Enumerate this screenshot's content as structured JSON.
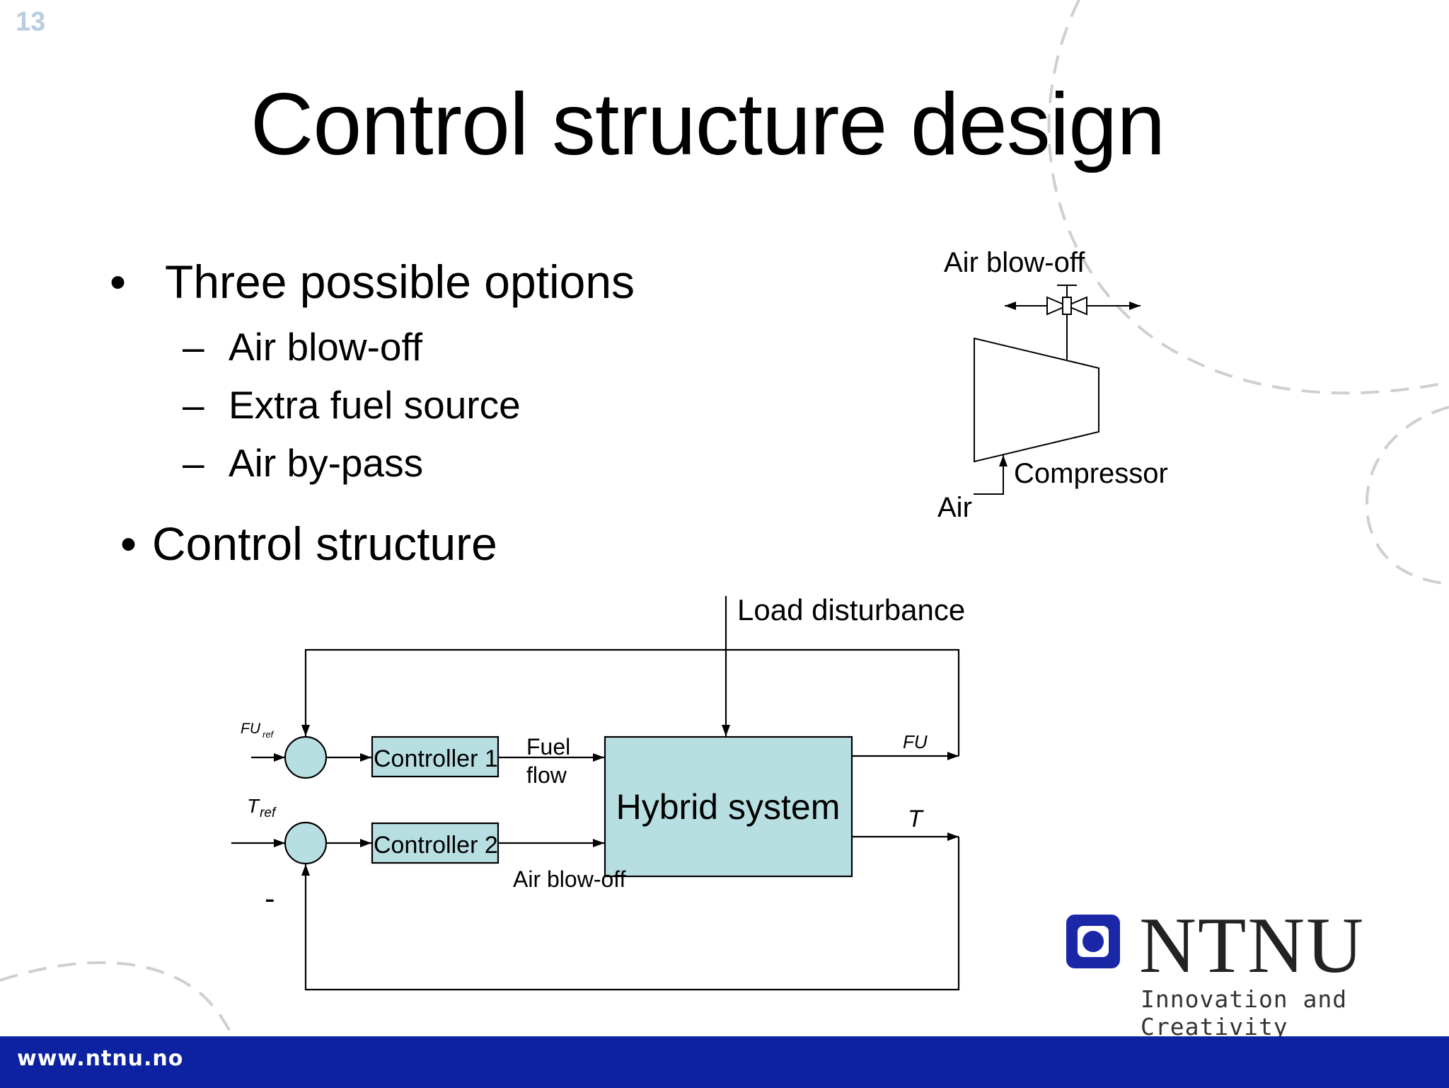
{
  "slide_number": "13",
  "title": "Control structure design",
  "bullets": {
    "first": "Three possible options",
    "options": [
      "Air blow-off",
      "Extra fuel source",
      "Air by-pass"
    ],
    "second": "Control structure"
  },
  "compressor_diagram": {
    "valve_label": "Air blow-off",
    "compressor_label": "Compressor",
    "inlet_label": "Air"
  },
  "block_diagram": {
    "load_disturbance": "Load disturbance",
    "fu_ref_main": "FU",
    "fu_ref_sub": "ref",
    "t_ref_main": "T",
    "t_ref_sub": "ref",
    "controller_1": "Controller 1",
    "controller_2": "Controller 2",
    "fuel_flow_line1": "Fuel",
    "fuel_flow_line2": "flow",
    "air_blow_off": "Air blow-off",
    "hybrid_system": "Hybrid system",
    "output_fu": "FU",
    "output_t": "T",
    "minus_sign": "-",
    "block_fill": "#b7dfe2"
  },
  "logo": {
    "name": "NTNU",
    "tagline": "Innovation and Creativity",
    "brand_color": "#1a28a8"
  },
  "footer": {
    "url": "www.ntnu.no",
    "color": "#0c22a0"
  }
}
